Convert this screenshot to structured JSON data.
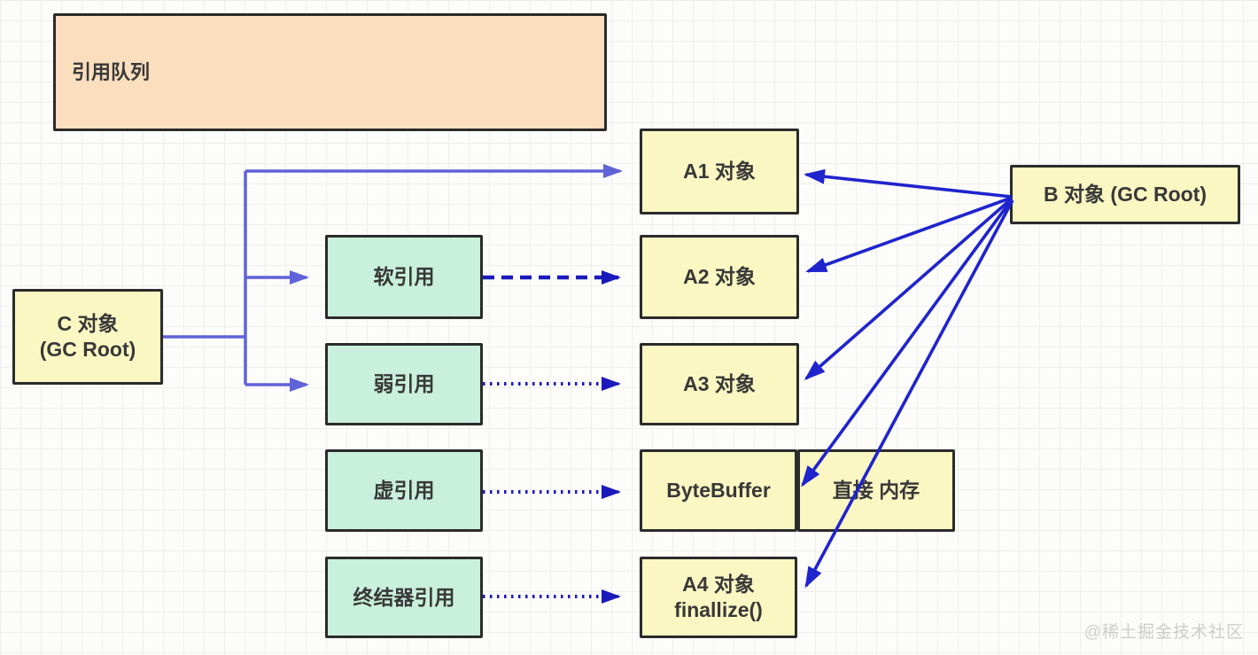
{
  "nodes": {
    "ref_queue": {
      "label": "引用队列"
    },
    "c_obj": {
      "line1": "C 对象",
      "line2": "(GC Root)"
    },
    "soft": {
      "label": "软引用"
    },
    "weak": {
      "label": "弱引用"
    },
    "phantom": {
      "label": "虚引用"
    },
    "finalizer": {
      "label": "终结器引用"
    },
    "a1": {
      "label": "A1 对象"
    },
    "a2": {
      "label": "A2 对象"
    },
    "a3": {
      "label": "A3 对象"
    },
    "bytebuffer": {
      "label": "ByteBuffer"
    },
    "direct_mem": {
      "label": "直接 内存"
    },
    "a4": {
      "line1": "A4 对象",
      "line2": "finallize()"
    },
    "b_obj": {
      "label": "B 对象 (GC Root)"
    }
  },
  "edges": [
    {
      "from": "c_obj",
      "to": "a1",
      "style": "solid"
    },
    {
      "from": "c_obj",
      "to": "soft",
      "style": "solid"
    },
    {
      "from": "c_obj",
      "to": "weak",
      "style": "solid"
    },
    {
      "from": "soft",
      "to": "a2",
      "style": "dashed"
    },
    {
      "from": "weak",
      "to": "a3",
      "style": "dotted"
    },
    {
      "from": "phantom",
      "to": "bytebuffer",
      "style": "dotted"
    },
    {
      "from": "finalizer",
      "to": "a4",
      "style": "dotted"
    },
    {
      "from": "b_obj",
      "to": "a1",
      "style": "solid"
    },
    {
      "from": "b_obj",
      "to": "a2",
      "style": "solid"
    },
    {
      "from": "b_obj",
      "to": "a3",
      "style": "solid"
    },
    {
      "from": "b_obj",
      "to": "bytebuffer",
      "style": "solid"
    },
    {
      "from": "b_obj",
      "to": "a4",
      "style": "solid"
    }
  ],
  "colors": {
    "box_yellow": "#fbf7c3",
    "box_green": "#c9f0dc",
    "box_peach": "#fbdebe",
    "border_dark": "#2b2b2b",
    "arrow_primary": "#6062d8",
    "arrow_strong": "#1f24cd",
    "arrow_ref": "#1a1abc"
  },
  "watermark": "@稀土掘金技术社区"
}
